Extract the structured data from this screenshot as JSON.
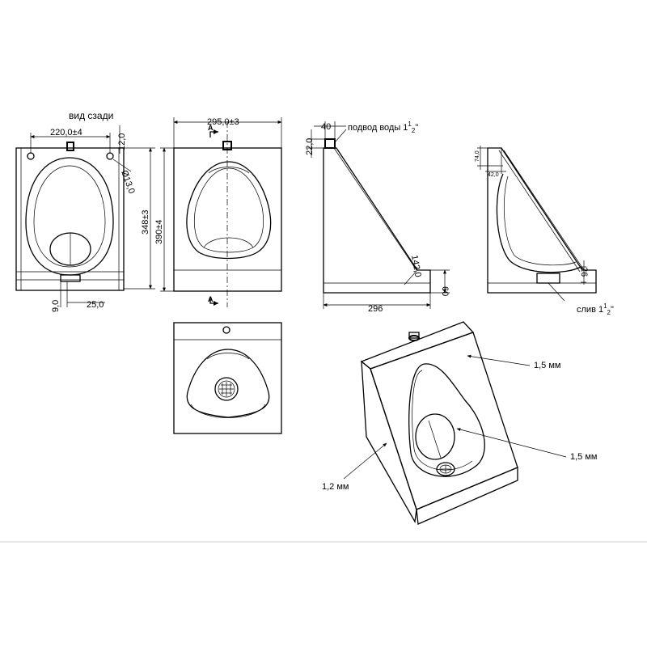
{
  "back_view": {
    "title": "вид сзади",
    "dim_width": "220,0±4",
    "dim_top": "12,0",
    "dim_hole": "Ø13,0",
    "dim_height": "348±3",
    "dim_drain_offset": "9,0",
    "dim_drain_width": "25,0"
  },
  "front_view": {
    "dim_width": "295,0±3",
    "dim_height": "390±4",
    "section_mark": "A"
  },
  "side_view": {
    "dim_pipe": "40",
    "dim_pipe_height": "22,0",
    "water_supply": "подвод воды 1",
    "water_supply_sup": "1",
    "water_supply_sub": "2",
    "water_supply_quote": "\"",
    "dim_slope": "142,0",
    "dim_step": "60",
    "dim_depth": "296"
  },
  "section_view": {
    "dim_a": "74,0",
    "dim_b": "42,0",
    "dim_c": "26",
    "drain_label": "слив 1",
    "drain_sup": "1",
    "drain_sub": "2",
    "drain_quote": "\""
  },
  "iso_view": {
    "thickness_top": "1,5 мм",
    "thickness_bowl": "1,5 мм",
    "thickness_side": "1,2 мм"
  }
}
